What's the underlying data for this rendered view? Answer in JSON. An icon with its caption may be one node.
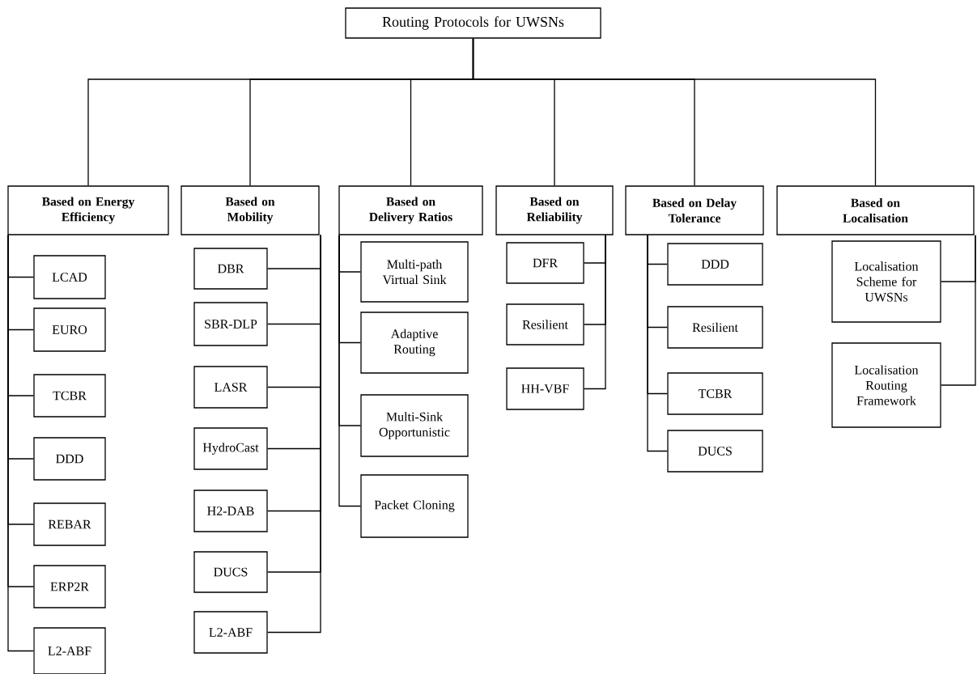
{
  "diagram": {
    "nodes": [
      {
        "text": [
          "Routing Protocols for UWSNs"
        ]
      },
      {
        "text": [
          "Based on Energy Efficiency"
        ]
      },
      {
        "text": [
          "LCAD"
        ]
      },
      {
        "text": [
          "EURO"
        ]
      },
      {
        "text": [
          "TCBR"
        ]
      },
      {
        "text": [
          "DDD"
        ]
      },
      {
        "text": [
          "REBAR"
        ]
      },
      {
        "text": [
          "ERP2R"
        ]
      },
      {
        "text": [
          "L2-ABF"
        ]
      },
      {
        "text": [
          "Based on Mobility"
        ]
      },
      {
        "text": [
          "DBR"
        ]
      },
      {
        "text": [
          "SBR-DLP"
        ]
      },
      {
        "text": [
          "LASR"
        ]
      },
      {
        "text": [
          "HydroCast"
        ]
      },
      {
        "text": [
          "H2-DAB"
        ]
      },
      {
        "text": [
          "DUCS"
        ]
      },
      {
        "text": [
          "L2-ABF"
        ]
      },
      {
        "text": [
          "Based on Delivery Ratios"
        ]
      },
      {
        "text": [
          "Multi-path Virtual Sink"
        ]
      },
      {
        "text": [
          "Adaptive Routing"
        ]
      },
      {
        "text": [
          "Multi-Sink Opportunistic"
        ]
      },
      {
        "text": [
          "Packet Cloning"
        ]
      },
      {
        "text": [
          "Based on Reliability"
        ]
      },
      {
        "text": [
          "DFR"
        ]
      },
      {
        "text": [
          "Resilient"
        ]
      },
      {
        "text": [
          "HH-VBF"
        ]
      },
      {
        "text": [
          "Based on Delay Tolerance"
        ]
      },
      {
        "text": [
          "DDD"
        ]
      },
      {
        "text": [
          "Resilient"
        ]
      },
      {
        "text": [
          "TCBR"
        ]
      },
      {
        "text": [
          "DUCS"
        ]
      },
      {
        "text": [
          "Based on Localisation"
        ]
      },
      {
        "text": [
          "Localisation Scheme for UWSNs"
        ]
      },
      {
        "text": [
          "Localisation Routing Framework"
        ]
      }
    ],
    "edges": [
      {
        "from": 0,
        "to": 1,
        "arrow": "none"
      },
      {
        "from": 0,
        "to": 9,
        "arrow": "none"
      },
      {
        "from": 0,
        "to": 17,
        "arrow": "none"
      },
      {
        "from": 0,
        "to": 22,
        "arrow": "none"
      },
      {
        "from": 0,
        "to": 26,
        "arrow": "none"
      },
      {
        "from": 0,
        "to": 31,
        "arrow": "none"
      },
      {
        "from": 1,
        "to": 2,
        "arrow": "none"
      },
      {
        "from": 1,
        "to": 3,
        "arrow": "none"
      },
      {
        "from": 1,
        "to": 4,
        "arrow": "none"
      },
      {
        "from": 1,
        "to": 5,
        "arrow": "none"
      },
      {
        "from": 1,
        "to": 6,
        "arrow": "none"
      },
      {
        "from": 1,
        "to": 7,
        "arrow": "none"
      },
      {
        "from": 1,
        "to": 8,
        "arrow": "none"
      },
      {
        "from": 9,
        "to": 10,
        "arrow": "none"
      },
      {
        "from": 9,
        "to": 11,
        "arrow": "none"
      },
      {
        "from": 9,
        "to": 12,
        "arrow": "none"
      },
      {
        "from": 9,
        "to": 13,
        "arrow": "none"
      },
      {
        "from": 9,
        "to": 14,
        "arrow": "none"
      },
      {
        "from": 9,
        "to": 15,
        "arrow": "none"
      },
      {
        "from": 9,
        "to": 16,
        "arrow": "none"
      },
      {
        "from": 17,
        "to": 18,
        "arrow": "none"
      },
      {
        "from": 17,
        "to": 19,
        "arrow": "none"
      },
      {
        "from": 17,
        "to": 20,
        "arrow": "none"
      },
      {
        "from": 17,
        "to": 21,
        "arrow": "none"
      },
      {
        "from": 22,
        "to": 23,
        "arrow": "none"
      },
      {
        "from": 22,
        "to": 24,
        "arrow": "none"
      },
      {
        "from": 22,
        "to": 25,
        "arrow": "none"
      },
      {
        "from": 26,
        "to": 27,
        "arrow": "none"
      },
      {
        "from": 26,
        "to": 28,
        "arrow": "none"
      },
      {
        "from": 26,
        "to": 29,
        "arrow": "none"
      },
      {
        "from": 26,
        "to": 30,
        "arrow": "none"
      },
      {
        "from": 31,
        "to": 32,
        "arrow": "none"
      },
      {
        "from": 31,
        "to": 33,
        "arrow": "none"
      }
    ]
  }
}
